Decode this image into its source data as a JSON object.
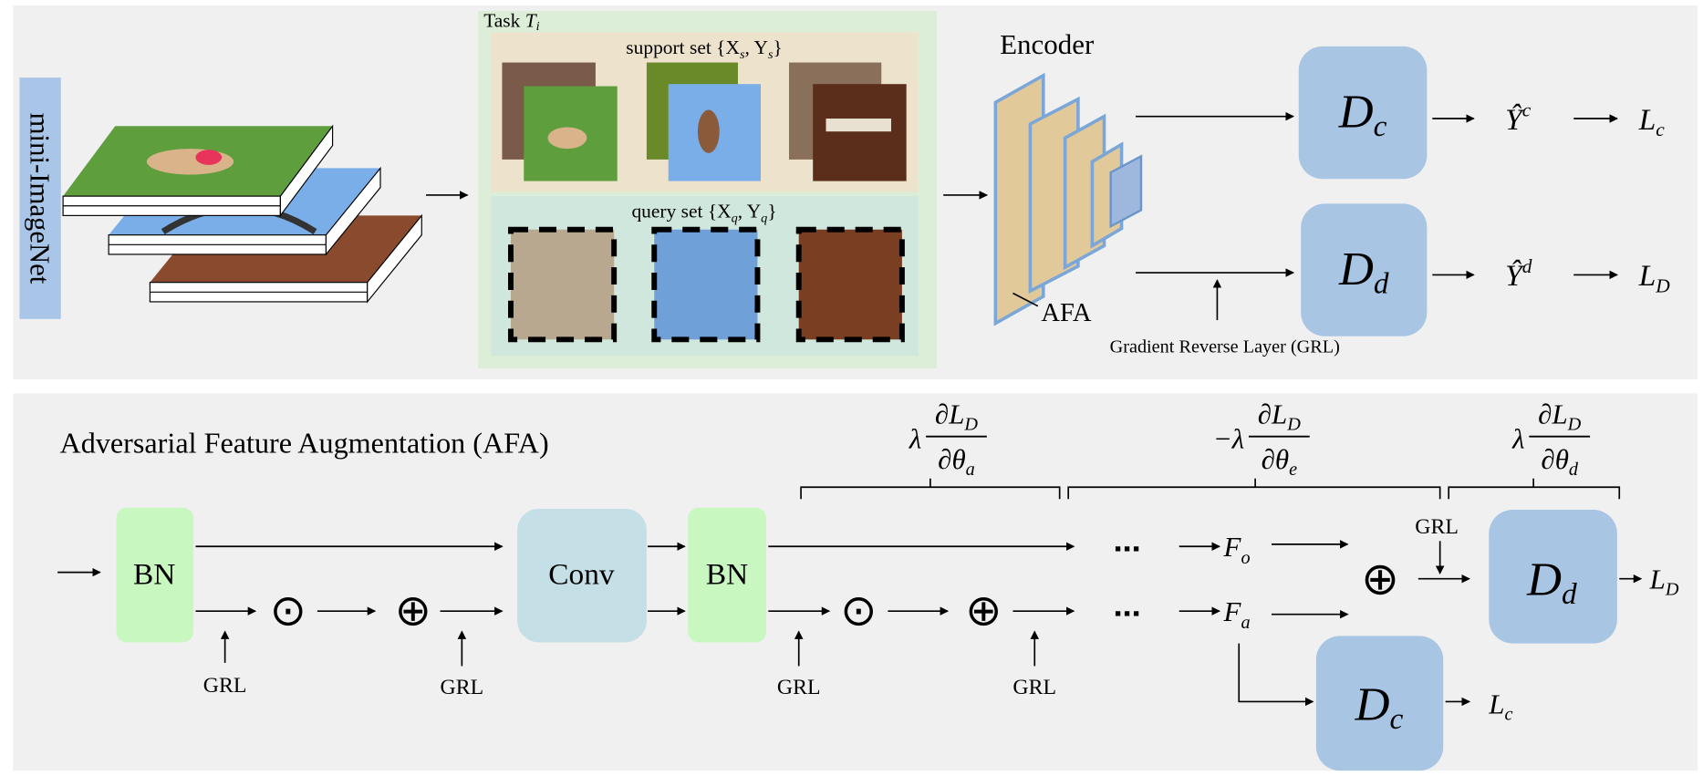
{
  "top": {
    "dataset_label": "mini-ImageNet",
    "task_label": "Task",
    "task_sub": "T",
    "task_index": "i",
    "support_label": "support set {X",
    "support_sub_x": "s",
    "support_mid": ", Y",
    "support_sub_y": "s",
    "support_end": "}",
    "query_label": "query set {X",
    "query_sub_x": "q",
    "query_mid": ", Y",
    "query_sub_y": "q",
    "query_end": "}",
    "encoder_label": "Encoder",
    "afa_label": "AFA",
    "grl_full": "Gradient Reverse Layer (GRL)",
    "dc": {
      "main": "D",
      "sub": "c"
    },
    "dd": {
      "main": "D",
      "sub": "d"
    },
    "yhat_c": {
      "main": "Ŷ",
      "sup": "c"
    },
    "yhat_d": {
      "main": "Ŷ",
      "sup": "d"
    },
    "loss_c": {
      "main": "L",
      "sub": "c"
    },
    "loss_d": {
      "main": "L",
      "sub": "D"
    }
  },
  "bottom": {
    "title": "Adversarial Feature Augmentation (AFA)",
    "bn": "BN",
    "conv": "Conv",
    "grl": "GRL",
    "odot": "⊙",
    "oplus": "⊕",
    "dots": "▪▪▪",
    "f_o": {
      "main": "F",
      "sub": "o"
    },
    "f_a": {
      "main": "F",
      "sub": "a"
    },
    "grads": [
      {
        "prefix": "λ",
        "num": "∂L",
        "num_sub": "D",
        "den": "∂θ",
        "den_sub": "a"
      },
      {
        "prefix": "−λ",
        "num": "∂L",
        "num_sub": "D",
        "den": "∂θ",
        "den_sub": "e"
      },
      {
        "prefix": "λ",
        "num": "∂L",
        "num_sub": "D",
        "den": "∂θ",
        "den_sub": "d"
      }
    ],
    "dd": {
      "main": "D",
      "sub": "d"
    },
    "dc": {
      "main": "D",
      "sub": "c"
    },
    "loss_d": {
      "main": "L",
      "sub": "D"
    },
    "loss_c": {
      "main": "L",
      "sub": "c"
    }
  },
  "colors": {
    "panel": "#f0f0f0",
    "dataset_bar": "#a9c6e8",
    "task_bg": "#dcedd8",
    "support_bg": "#ede3cc",
    "query_bg": "#cfe7dc",
    "discriminator": "#a8c5e4",
    "bn": "#c8f7c0",
    "conv": "#c4dfe5",
    "encoder_layer": "#e2c99a",
    "encoder_edge": "#7aa6d8"
  }
}
